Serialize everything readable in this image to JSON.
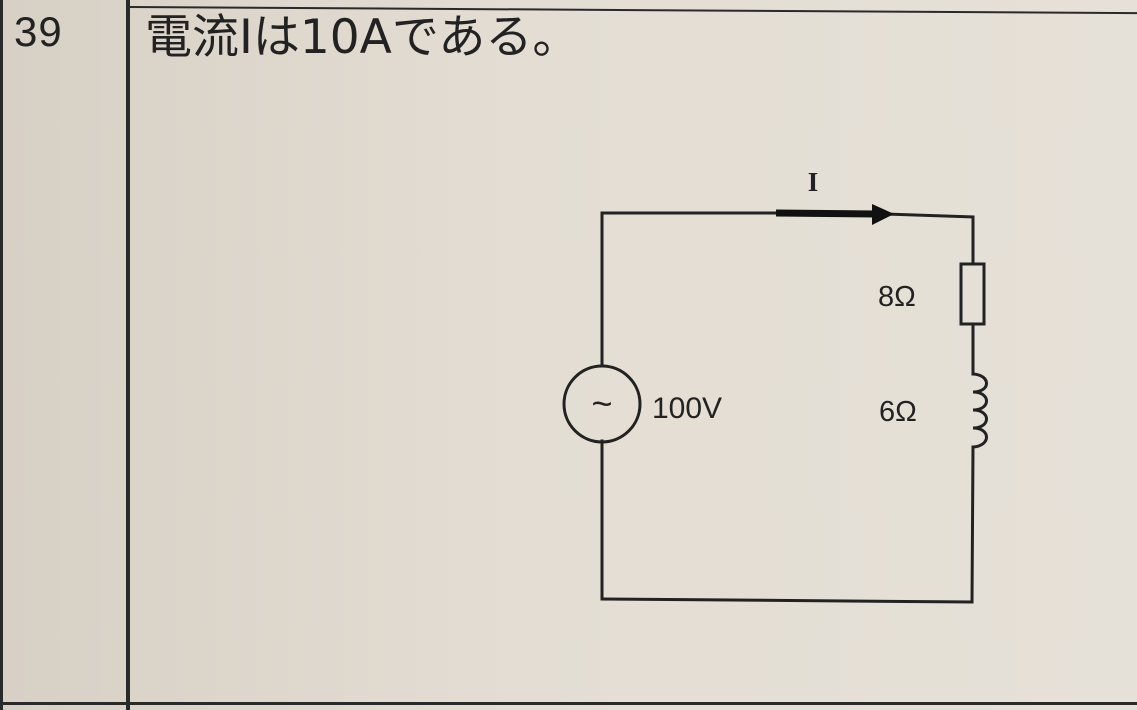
{
  "question": {
    "number": "39",
    "statement": "電流Iは10Aである。"
  },
  "circuit": {
    "current_label": "I",
    "source_symbol": "~",
    "source_voltage": "100V",
    "resistor_label": "8Ω",
    "inductor_label": "6Ω"
  }
}
